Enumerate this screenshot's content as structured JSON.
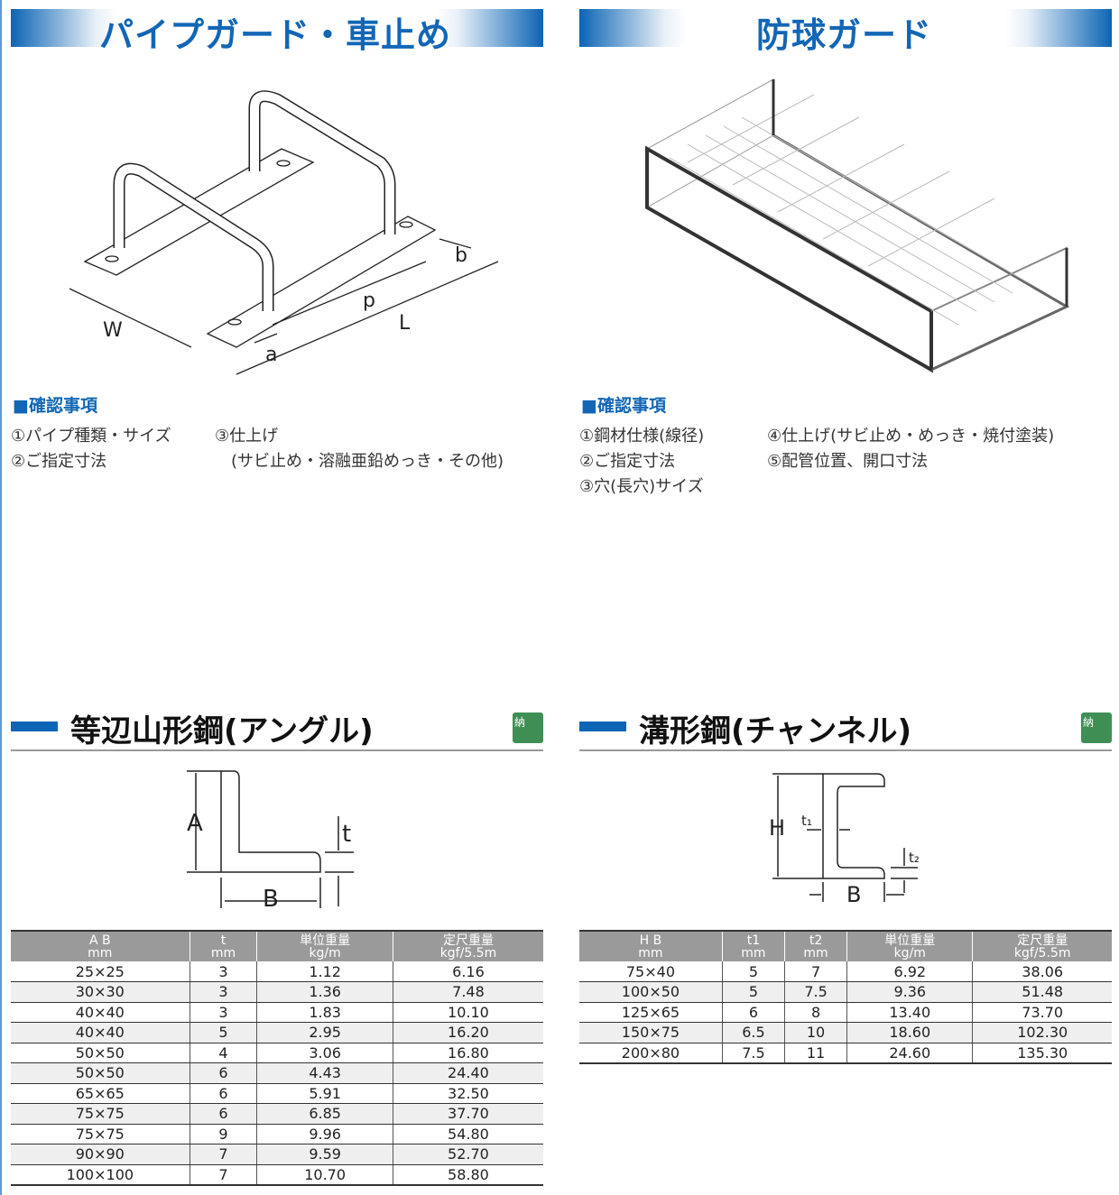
{
  "pipe_guard": {
    "title": "パイプガード・車止め",
    "diagram_labels": {
      "W": "W",
      "p": "p",
      "L": "L",
      "a": "a",
      "b": "b"
    },
    "confirm_heading": "■確認事項",
    "items": [
      "①パイプ種類・サイズ",
      "②ご指定寸法",
      "③仕上げ",
      "(サビ止め・溶融亜鉛めっき・その他)"
    ]
  },
  "ball_guard": {
    "title": "防球ガード",
    "confirm_heading": "■確認事項",
    "items": [
      "①鋼材仕様(線径)",
      "②ご指定寸法",
      "③穴(長穴)サイズ",
      "④仕上げ(サビ止め・めっき・焼付塗装)",
      "⑤配管位置、開口寸法"
    ]
  },
  "angle": {
    "title": "等辺山形鋼(アングル)",
    "badge": "納",
    "diagram_labels": {
      "A": "A",
      "B": "B",
      "t": "t"
    },
    "headers": [
      [
        "A B",
        "mm"
      ],
      [
        "t",
        "mm"
      ],
      [
        "単位重量",
        "kg/m"
      ],
      [
        "定尺重量",
        "kgf/5.5m"
      ]
    ],
    "rows": [
      [
        "25×25",
        "3",
        "1.12",
        "6.16"
      ],
      [
        "30×30",
        "3",
        "1.36",
        "7.48"
      ],
      [
        "40×40",
        "3",
        "1.83",
        "10.10"
      ],
      [
        "40×40",
        "5",
        "2.95",
        "16.20"
      ],
      [
        "50×50",
        "4",
        "3.06",
        "16.80"
      ],
      [
        "50×50",
        "6",
        "4.43",
        "24.40"
      ],
      [
        "65×65",
        "6",
        "5.91",
        "32.50"
      ],
      [
        "75×75",
        "6",
        "6.85",
        "37.70"
      ],
      [
        "75×75",
        "9",
        "9.96",
        "54.80"
      ],
      [
        "90×90",
        "7",
        "9.59",
        "52.70"
      ],
      [
        "100×100",
        "7",
        "10.70",
        "58.80"
      ]
    ]
  },
  "channel": {
    "title": "溝形鋼(チャンネル)",
    "badge": "納",
    "diagram_labels": {
      "H": "H",
      "B": "B",
      "t1": "t₁",
      "t2": "t₂"
    },
    "headers": [
      [
        "H B",
        "mm"
      ],
      [
        "t1",
        "mm"
      ],
      [
        "t2",
        "mm"
      ],
      [
        "単位重量",
        "kg/m"
      ],
      [
        "定尺重量",
        "kgf/5.5m"
      ]
    ],
    "rows": [
      [
        "75×40",
        "5",
        "7",
        "6.92",
        "38.06"
      ],
      [
        "100×50",
        "5",
        "7.5",
        "9.36",
        "51.48"
      ],
      [
        "125×65",
        "6",
        "8",
        "13.40",
        "73.70"
      ],
      [
        "150×75",
        "6.5",
        "10",
        "18.60",
        "102.30"
      ],
      [
        "200×80",
        "7.5",
        "11",
        "24.60",
        "135.30"
      ]
    ]
  }
}
